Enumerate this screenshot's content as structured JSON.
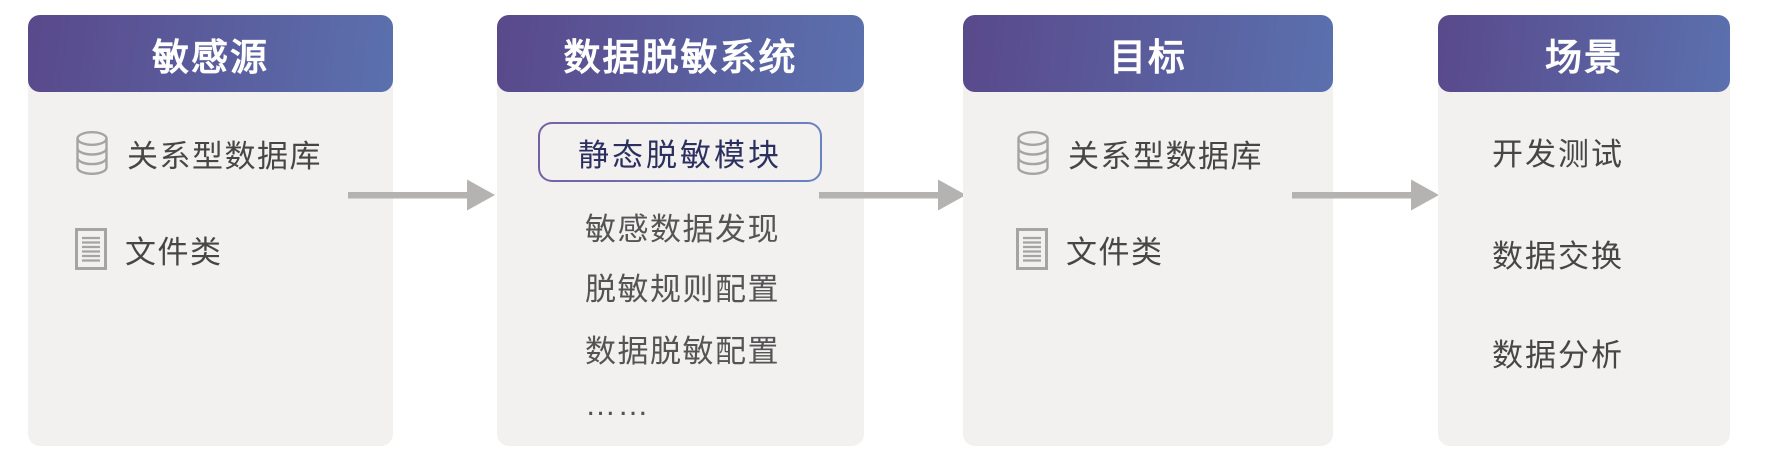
{
  "cards": [
    {
      "title": "敏感源",
      "items": [
        {
          "icon": "database-icon",
          "label": "关系型数据库"
        },
        {
          "icon": "document-icon",
          "label": "文件类"
        }
      ]
    },
    {
      "title": "数据脱敏系统",
      "highlight": {
        "label": "静态脱敏模块"
      },
      "items": [
        {
          "label": "敏感数据发现"
        },
        {
          "label": "脱敏规则配置"
        },
        {
          "label": "数据脱敏配置"
        },
        {
          "label": "……"
        }
      ]
    },
    {
      "title": "目标",
      "items": [
        {
          "icon": "database-icon",
          "label": "关系型数据库"
        },
        {
          "icon": "document-icon",
          "label": "文件类"
        }
      ]
    },
    {
      "title": "场景",
      "items": [
        {
          "label": "开发测试"
        },
        {
          "label": "数据交换"
        },
        {
          "label": "数据分析"
        }
      ]
    }
  ],
  "colors": {
    "header_gradient_start": "#59498b",
    "header_gradient_end": "#5b70ae",
    "card_body": "#f2f1ef",
    "arrow": "#b4b3b1",
    "item_text": "#464646",
    "secondary_item_text": "#545454",
    "highlight_text": "#2c3060",
    "highlight_border_start": "#7262a4",
    "highlight_border_end": "#6b82c1",
    "icon_stroke": "#a6a4a1"
  }
}
